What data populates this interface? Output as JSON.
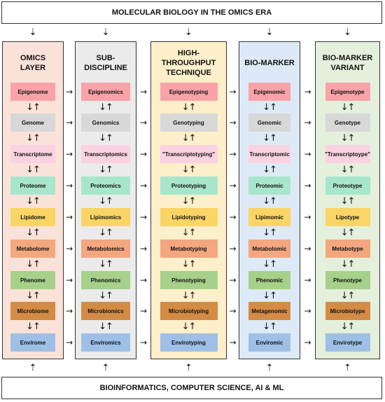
{
  "header": {
    "title": "MOLECULAR BIOLOGY IN THE OMICS ERA"
  },
  "footer": {
    "title": "BIOINFORMATICS, COMPUTER SCIENCE, AI & ML"
  },
  "glyphs": {
    "down": "⇣",
    "updown": "⇡",
    "bidirectional": "↓↑",
    "right": "→"
  },
  "row_colors": [
    "#f9a3a8",
    "#d8d8d8",
    "#fbd2e1",
    "#a8e6cc",
    "#fad566",
    "#f2a77f",
    "#a7d18a",
    "#d38b45",
    "#9fc0e6"
  ],
  "columns": [
    {
      "name": "omics-layer",
      "header": "OMICS\nLAYER",
      "bg": "#fbe2d8",
      "items": [
        "Epigenome",
        "Genome",
        "Transcriptome",
        "Proteome",
        "Lipidome",
        "Metabolome",
        "Phenome",
        "Microbiome",
        "Envirome"
      ]
    },
    {
      "name": "sub-discipline",
      "header": "SUB-\nDISCIPLINE",
      "bg": "#ebebeb",
      "items": [
        "Epigenomics",
        "Genomics",
        "Transcriptomics",
        "Proteomics",
        "Lipimomics",
        "Metabolomics",
        "Phenomics",
        "Microbiomics",
        "Enviromics"
      ]
    },
    {
      "name": "high-throughput-technique",
      "header": "HIGH-\nTHROUGHPUT\nTECHNIQUE",
      "bg": "#fcefca",
      "items": [
        "Epigenotyping",
        "Genotyping",
        "\"Transcriptotyping\"",
        "Proteotyping",
        "Lipidotyping",
        "Metabotyping",
        "Phenotyping",
        "Microbiotyping",
        "Envirotyping"
      ]
    },
    {
      "name": "bio-marker",
      "header": "BIO-MARKER",
      "bg": "#dde9f6",
      "items": [
        "Epigenomic",
        "Genomic",
        "Transcriptomic",
        "Proteomic",
        "Lipimomic",
        "Metabolomic",
        "Phenomic",
        "Metagenomic",
        "Enviromic"
      ]
    },
    {
      "name": "bio-marker-variant",
      "header": "BIO-MARKER\nVARIANT",
      "bg": "#e4f0dc",
      "items": [
        "Epigenotype",
        "Genotype",
        "\"Transcriptoype\"",
        "Proteotype",
        "Lipotype",
        "Metabotype",
        "Phenotype",
        "Microbiotype",
        "Envirotype"
      ]
    }
  ]
}
